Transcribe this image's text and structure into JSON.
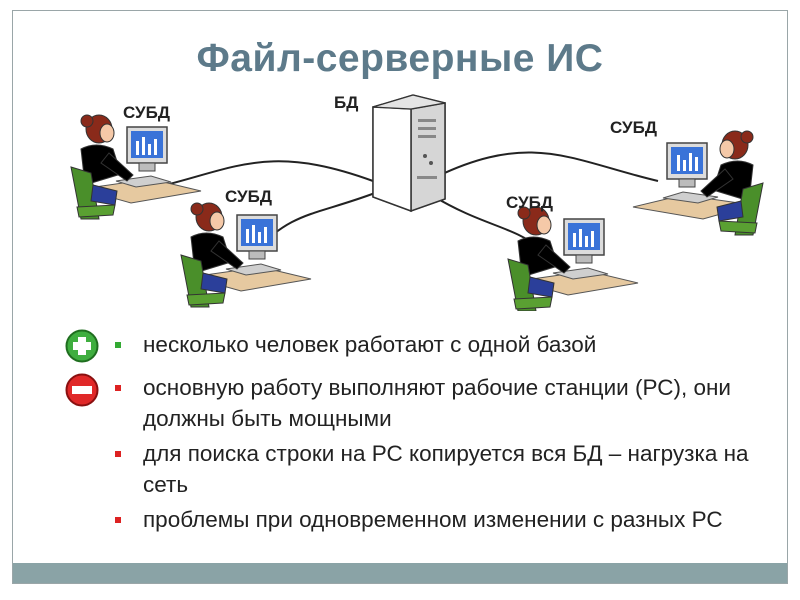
{
  "slide": {
    "title": "Файл-серверные ИС",
    "diagram": {
      "server_label": "БД",
      "client_labels": [
        "СУБД",
        "СУБД",
        "СУБД",
        "СУБД"
      ]
    },
    "advantages": {
      "sign_icon": "plus-circle-icon",
      "items": [
        "несколько человек работают с одной базой"
      ]
    },
    "disadvantages": {
      "sign_icon": "minus-circle-icon",
      "items": [
        "основную работу выполняют рабочие станции (РС), они должны быть мощными",
        "для поиска строки на РС копируется вся БД – нагрузка на сеть",
        "проблемы при одновременном изменении с разных РС"
      ]
    },
    "colors": {
      "title": "#5d7a8a",
      "plus_bullet": "#33aa33",
      "minus_bullet": "#dd2222",
      "footer": "#8aa3a6"
    }
  }
}
